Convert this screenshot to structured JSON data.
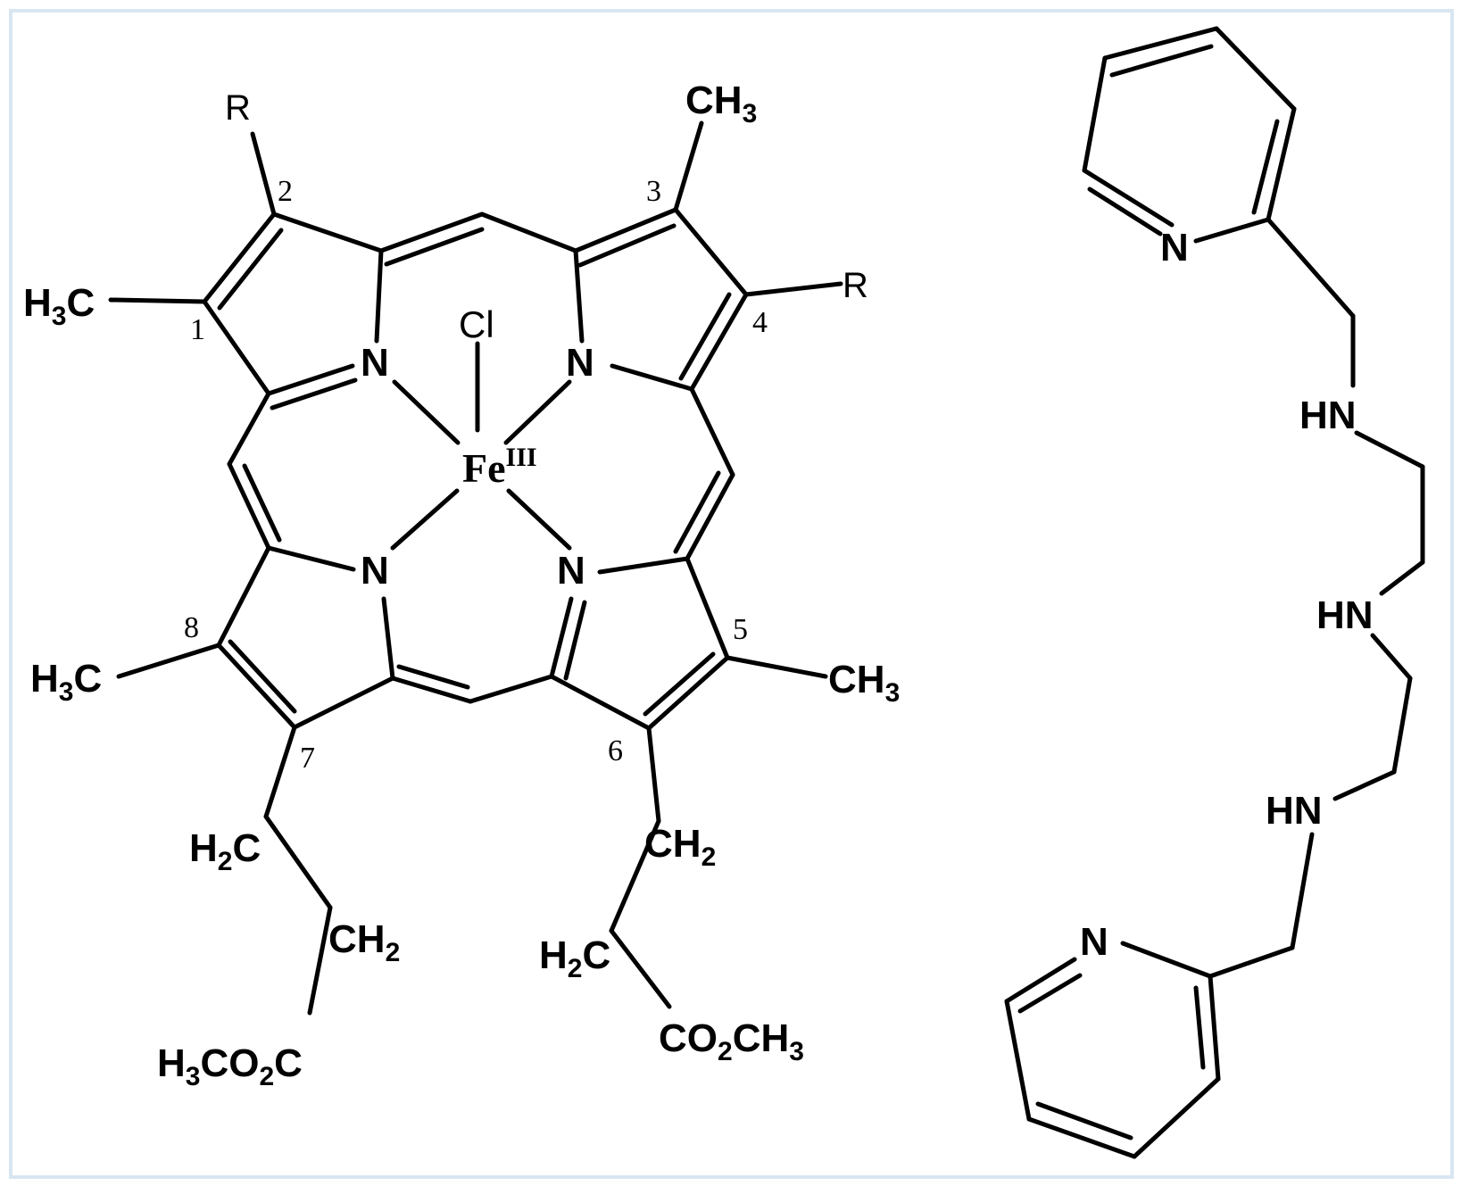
{
  "porphyrin": {
    "metal": "Fe",
    "oxidation_state": "III",
    "axial_ligand": "Cl",
    "pyrrole_nitrogens": [
      "N",
      "N",
      "N",
      "N"
    ],
    "substituent_labels": {
      "r_top_left": "R",
      "r_right": "R",
      "ch3_top": "CH",
      "ch3_top_sub": "3",
      "h3c_left_h": "H",
      "h3c_left_sub": "3",
      "h3c_left_c": "C",
      "h3c_lower_h": "H",
      "h3c_lower_sub": "3",
      "h3c_lower_c": "C",
      "ch3_right_c": "CH",
      "ch3_right_sub": "3"
    },
    "side_chains": {
      "left_h2c_h": "H",
      "left_h2c_sub": "2",
      "left_h2c_c": "C",
      "left_ch2_c": "CH",
      "left_ch2_sub": "2",
      "left_ester_h": "H",
      "left_ester_sub1": "3",
      "left_ester_co": "CO",
      "left_ester_sub2": "2",
      "left_ester_c": "C",
      "right_ch2_c": "CH",
      "right_ch2_sub": "2",
      "right_h2c_h": "H",
      "right_h2c_sub": "2",
      "right_h2c_c": "C",
      "right_ester_co": "CO",
      "right_ester_sub2": "2",
      "right_ester_ch": "CH",
      "right_ester_sub3": "3"
    },
    "position_numbers": [
      "1",
      "2",
      "3",
      "4",
      "5",
      "6",
      "7",
      "8"
    ]
  },
  "ligand": {
    "pyridine_n_top": "N",
    "pyridine_n_bottom": "N",
    "amine_1": "HN",
    "amine_2": "HN",
    "amine_3": "HN"
  },
  "colors": {
    "frame_border": "#d8e6f2",
    "ink": "#000000"
  }
}
